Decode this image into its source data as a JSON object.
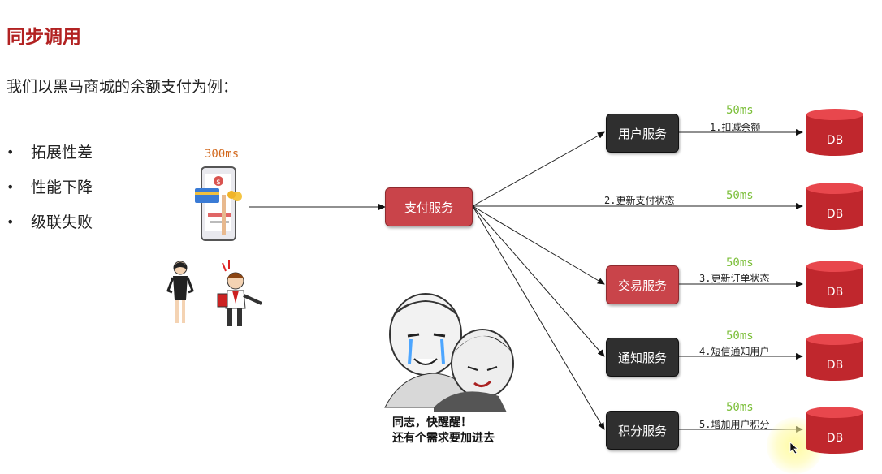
{
  "title": "同步调用",
  "subtitle": "我们以黑马商城的余额支付为例：",
  "bullets": [
    "拓展性差",
    "性能下降",
    "级联失败"
  ],
  "bullet_mark": "•",
  "total_latency": "300ms",
  "pay_service": "支付服务",
  "services": [
    {
      "name": "用户服务",
      "call": "1.扣减余额",
      "latency": "50ms",
      "style": "dark"
    },
    {
      "name": "",
      "call": "2.更新支付状态",
      "latency": "50ms",
      "style": "none"
    },
    {
      "name": "交易服务",
      "call": "3.更新订单状态",
      "latency": "50ms",
      "style": "red"
    },
    {
      "name": "通知服务",
      "call": "4.短信通知用户",
      "latency": "50ms",
      "style": "dark"
    },
    {
      "name": "积分服务",
      "call": "5.增加用户积分",
      "latency": "50ms",
      "style": "dark"
    }
  ],
  "db_label": "DB",
  "meme_caption": [
    "同志，快醒醒！",
    "还有个需求要加进去"
  ],
  "colors": {
    "title": "#b22222",
    "latency_total": "#d2691e",
    "latency": "#7cbf3a",
    "service_dark": "#2f2f2f",
    "service_red": "#c9444a",
    "db": "#c0272d"
  }
}
